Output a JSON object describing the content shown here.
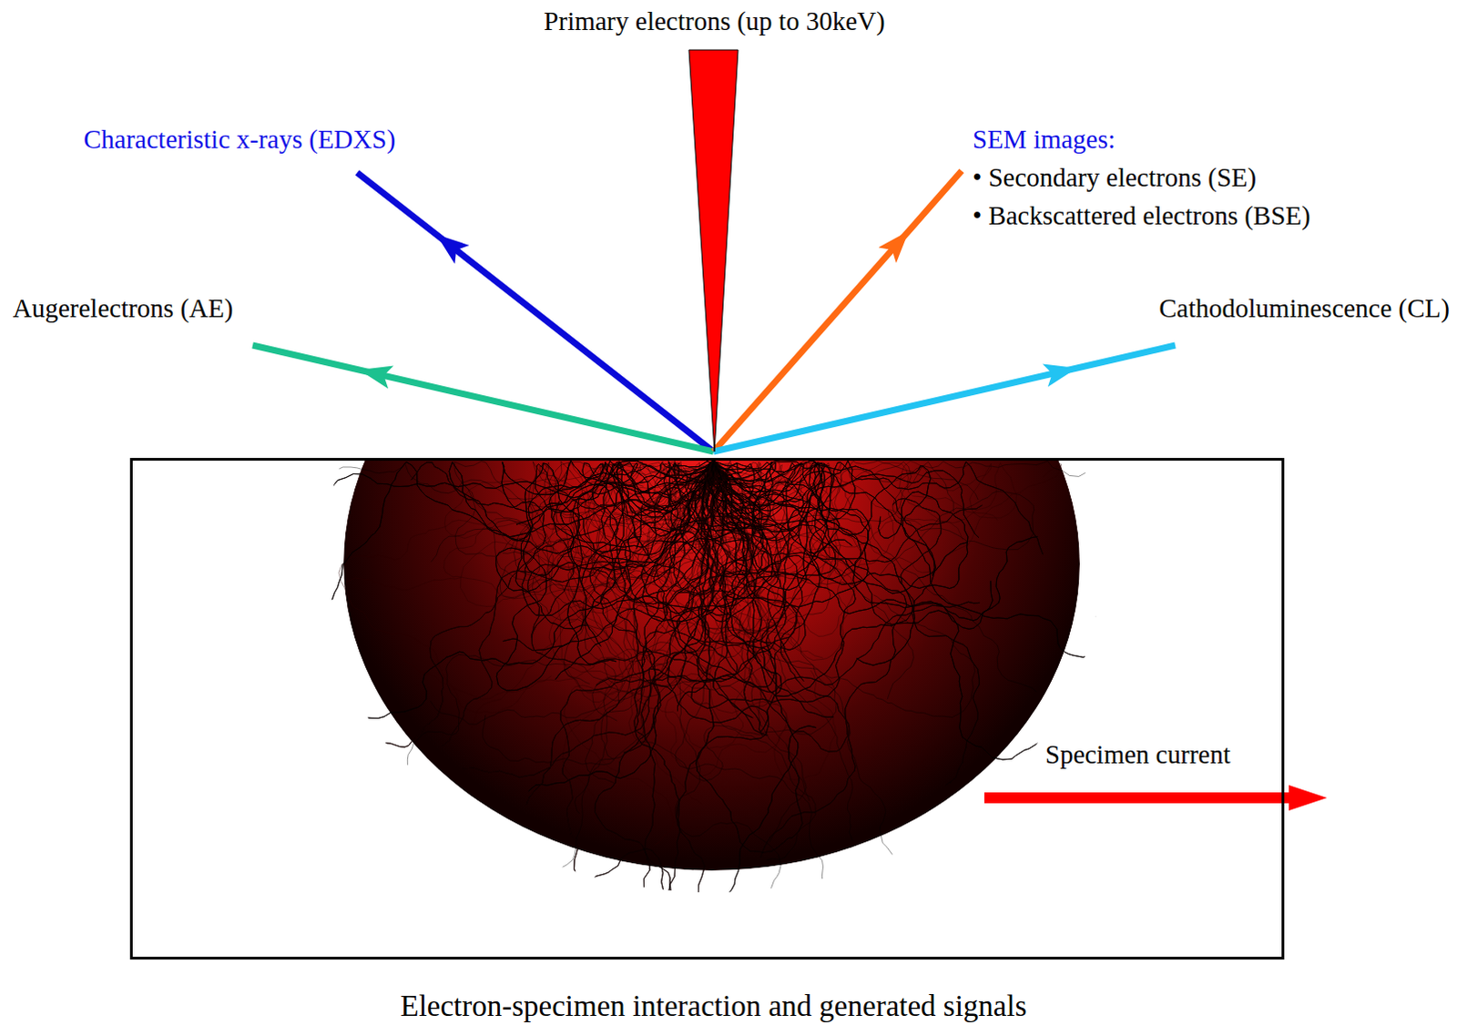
{
  "diagram": {
    "caption": "Electron-specimen interaction and generated signals",
    "nodes": [
      {
        "text": [
          "Specimen current"
        ]
      }
    ],
    "labels": [
      "Primary electrons (up to 30keV)",
      "Characteristic x-rays (EDXS)",
      "SEM images:",
      "• Secondary electrons (SE)",
      "• Backscattered electrons (BSE)",
      "Augerelectrons (AE)",
      "Cathodoluminescence (CL)"
    ]
  }
}
